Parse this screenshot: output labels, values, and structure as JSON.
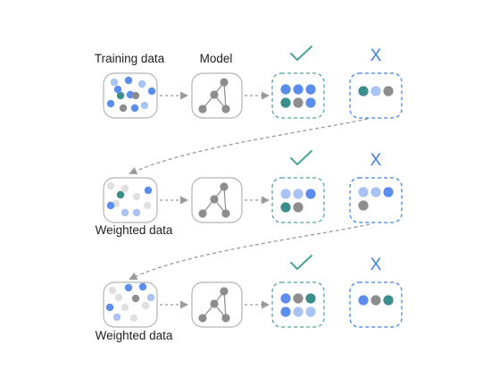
{
  "labels": {
    "training_data": "Training data",
    "model": "Model",
    "weighted_data_1": "Weighted data",
    "weighted_data_2": "Weighted data"
  },
  "symbols": {
    "correct": "check-mark",
    "incorrect": "X"
  },
  "colors": {
    "blue": "#5b8def",
    "light_blue": "#a9c3f5",
    "teal": "#3a8f8a",
    "gray": "#8d8d8d",
    "light_gray": "#e0e0e0",
    "green_accent": "#49a29c",
    "blue_accent": "#3f7fe8",
    "arrow": "#9a9a9a",
    "box_border": "#b5b5b5"
  },
  "stages": [
    {
      "data_points": [
        "light_blue",
        "blue",
        "light_blue",
        "blue",
        "blue",
        "teal",
        "gray",
        "blue",
        "gray",
        "blue",
        "light_blue",
        "blue"
      ],
      "correct": [
        "blue",
        "blue",
        "blue",
        "teal",
        "gray",
        "blue"
      ],
      "incorrect": [
        "teal",
        "light_blue",
        "gray"
      ]
    },
    {
      "data_points": [
        "light_gray",
        "light_gray",
        "blue",
        "light_gray",
        "teal",
        "light_gray",
        "blue",
        "light_blue",
        "light_gray",
        "light_blue"
      ],
      "correct": [
        "light_blue",
        "light_blue",
        "blue",
        "teal",
        "gray"
      ],
      "incorrect": [
        "light_blue",
        "light_blue",
        "blue",
        "gray"
      ]
    },
    {
      "data_points": [
        "light_gray",
        "blue",
        "blue",
        "light_blue",
        "light_gray",
        "gray",
        "blue",
        "light_gray",
        "light_gray",
        "light_blue",
        "light_gray"
      ],
      "correct": [
        "blue",
        "gray",
        "teal",
        "blue",
        "light_blue",
        "light_blue"
      ],
      "incorrect": [
        "blue",
        "gray",
        "teal"
      ]
    }
  ]
}
